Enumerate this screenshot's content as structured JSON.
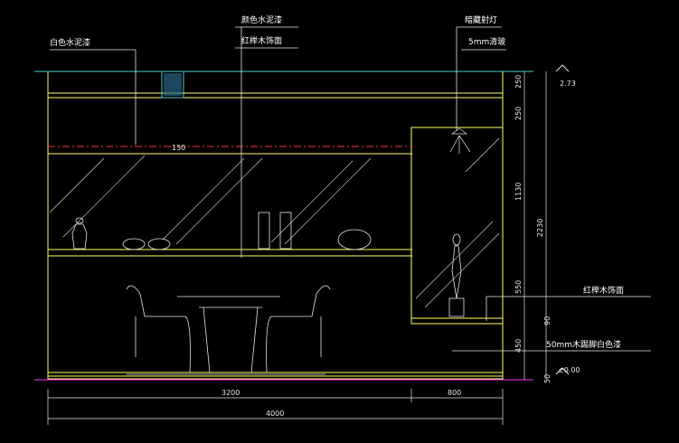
{
  "labels": {
    "white_paint": "白色水泥漆",
    "ceiling_paint": "颜色水泥漆",
    "red_oak": "红榉木饰面",
    "hidden_light": "暗藏射灯",
    "glass": "5mm清玻",
    "red_oak_right": "红榉木饰面",
    "skirting": "50mm木踢脚白色漆"
  },
  "elevations": {
    "top": "2.73",
    "floor": "±0.00"
  },
  "dims_vertical": [
    "250",
    "250",
    "1130",
    "550",
    "450",
    "90",
    "50"
  ],
  "dim_total_height": "2230",
  "dims_horizontal": [
    "3200",
    "800"
  ],
  "dim_total_width": "4000",
  "shelf_dim": "150",
  "colors": {
    "background": "#000000",
    "yellow": "#ffff66",
    "cyan": "#55cccc",
    "white": "#ffffff",
    "red": "#ff3333",
    "magenta": "#ff33ff"
  }
}
